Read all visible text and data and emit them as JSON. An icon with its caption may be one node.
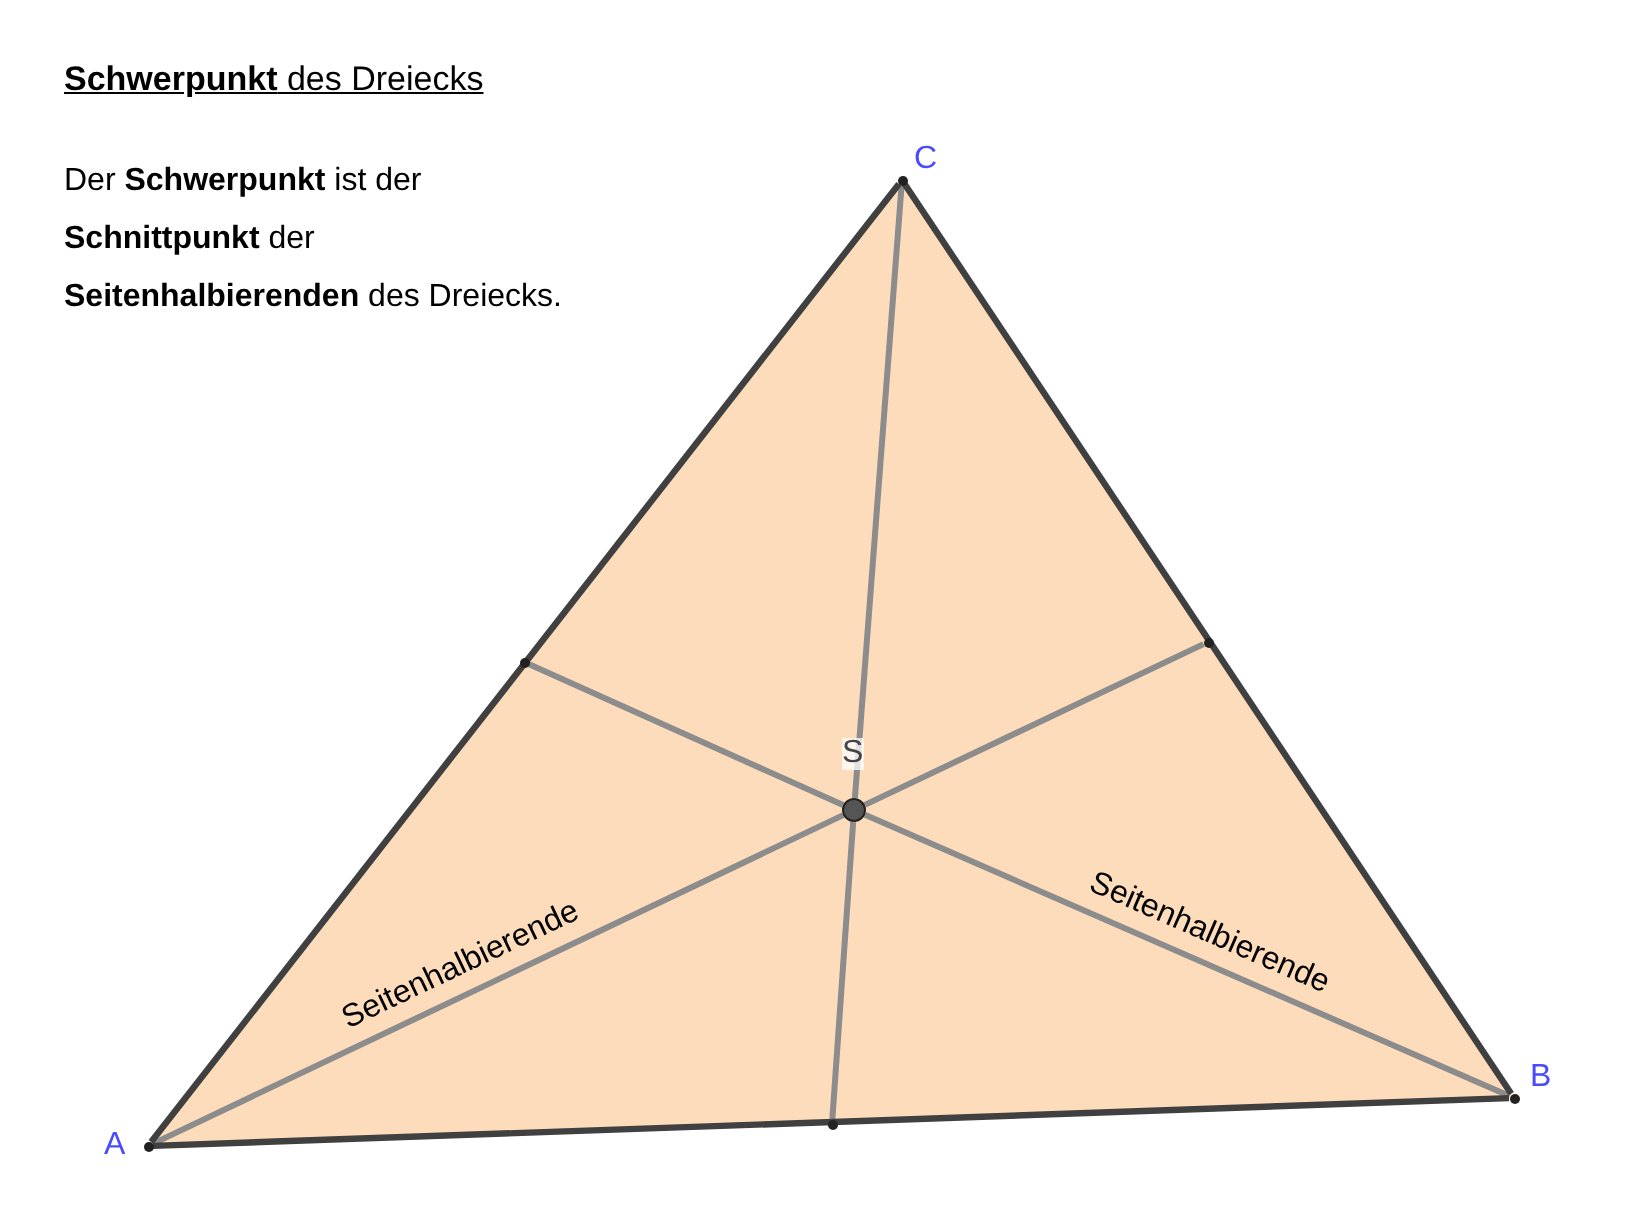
{
  "diagram": {
    "title": "**Schwerpunkt** des Dreiecks",
    "nodes": [
      {
        "text": [],
        "shape": "circle",
        "beside": [
          "A"
        ]
      },
      {
        "text": [],
        "shape": "circle",
        "beside": [
          "B"
        ]
      },
      {
        "text": [],
        "shape": "circle",
        "beside": [
          "C"
        ]
      },
      {
        "text": [],
        "shape": "circle"
      },
      {
        "text": [],
        "shape": "circle"
      },
      {
        "text": [],
        "shape": "circle"
      },
      {
        "text": [],
        "shape": "circle",
        "beside": [
          "S"
        ]
      }
    ],
    "edges": [
      {
        "from": 0,
        "to": 1,
        "arrow": "none"
      },
      {
        "from": 1,
        "to": 2,
        "arrow": "none"
      },
      {
        "from": 2,
        "to": 0,
        "arrow": "none"
      },
      {
        "from": 0,
        "to": 6,
        "arrow": "none",
        "label": "Seitenhalbierende",
        "color": "#8c8c8c"
      },
      {
        "from": 6,
        "to": 4,
        "arrow": "none",
        "color": "#8c8c8c"
      },
      {
        "from": 1,
        "to": 6,
        "arrow": "none",
        "label": "Seitenhalbierende",
        "color": "#8c8c8c"
      },
      {
        "from": 6,
        "to": 5,
        "arrow": "none",
        "color": "#8c8c8c"
      },
      {
        "from": 2,
        "to": 6,
        "arrow": "none",
        "color": "#8c8c8c"
      },
      {
        "from": 6,
        "to": 3,
        "arrow": "none",
        "color": "#8c8c8c"
      }
    ],
    "labels": [
      "Der **Schwerpunkt** ist der **Schnittpunkt** der **Seitenhalbierenden** des Dreiecks."
    ]
  }
}
